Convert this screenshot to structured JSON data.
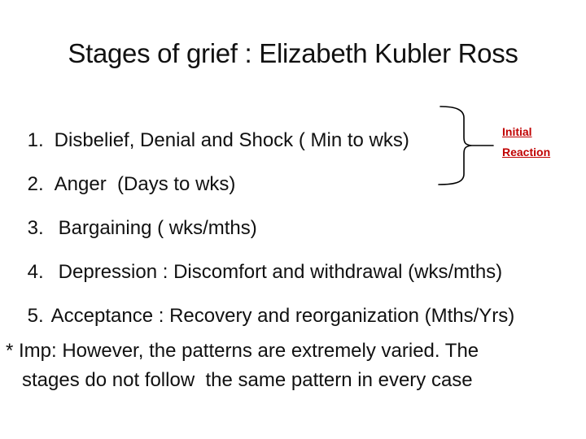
{
  "slide": {
    "background_color": "#ffffff",
    "text_color": "#111111",
    "title": "Stages of grief : Elizabeth Kubler Ross",
    "items": [
      {
        "number": "1.",
        "text": "Disbelief, Denial and Shock ( Min to wks)"
      },
      {
        "number": "2.",
        "text": "Anger  (Days to wks)"
      },
      {
        "number": "3.",
        "text": "Bargaining ( wks/mths)"
      },
      {
        "number": "4.",
        "text": "Depression : Discomfort and withdrawal (wks/mths)"
      },
      {
        "number": "5.",
        "text": "Acceptance : Recovery and reorganization (Mths/Yrs)"
      }
    ],
    "annotation": {
      "label": "Initial\nReaction",
      "color": "#c00000",
      "brace_color": "#000000"
    },
    "footnote": "* Imp: However, the patterns are extremely varied. The\n   stages do not follow  the same pattern in every case"
  }
}
